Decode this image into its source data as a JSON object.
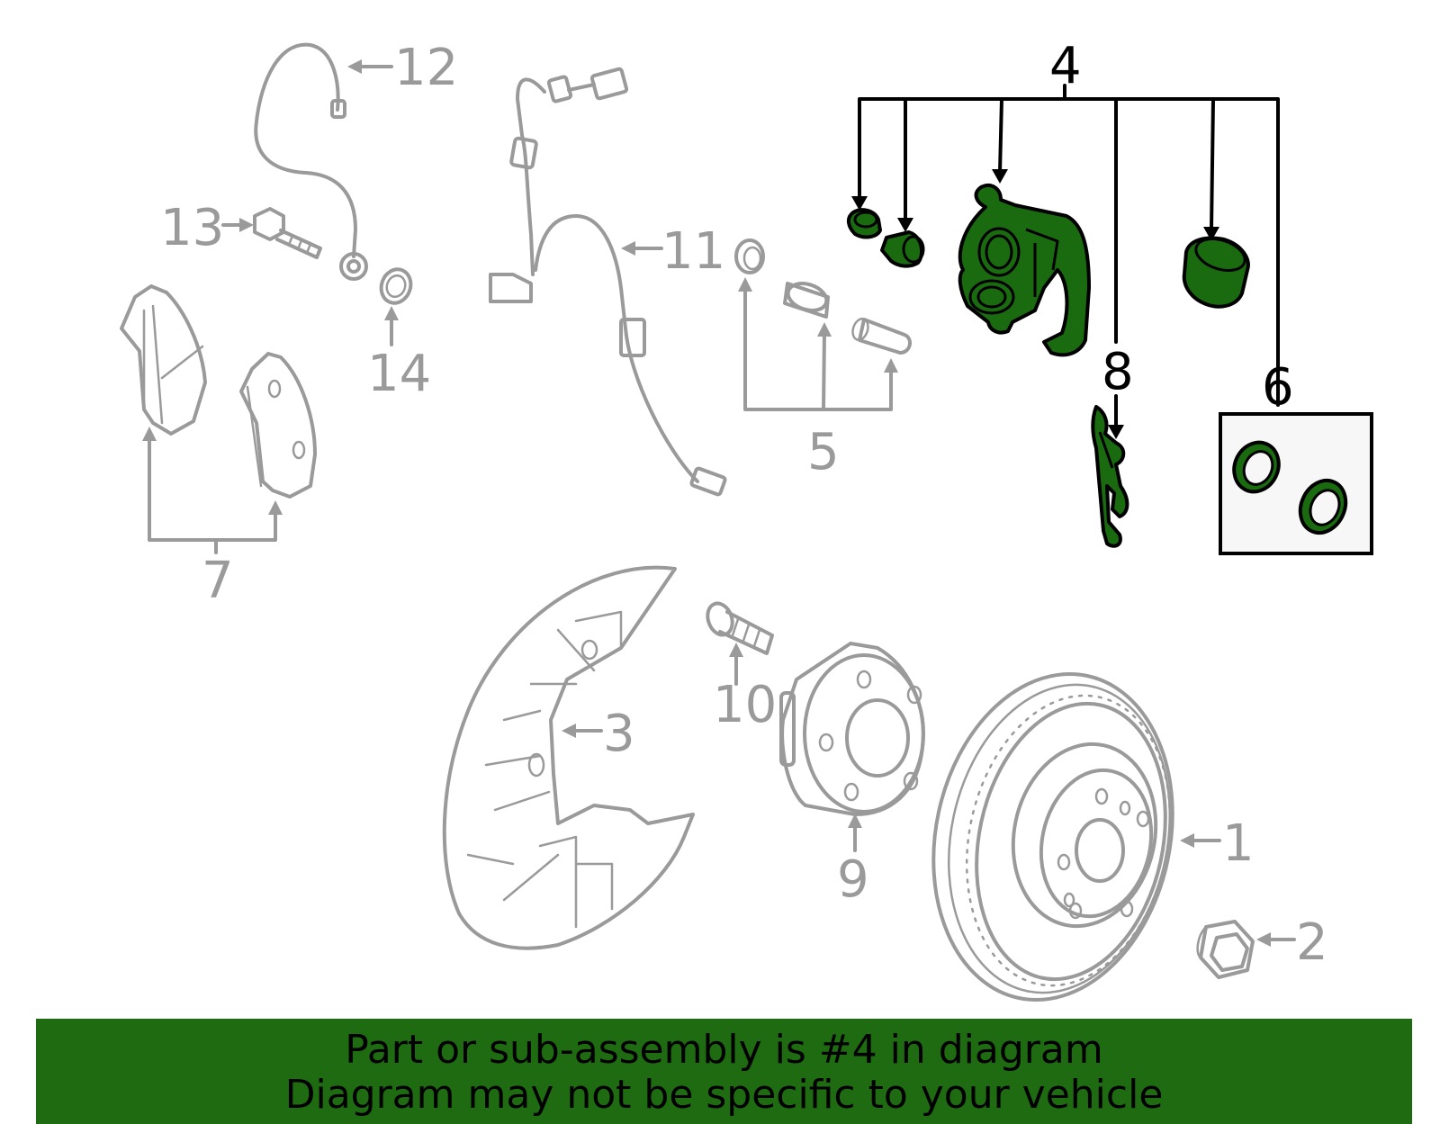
{
  "diagram": {
    "callouts": {
      "c1": "1",
      "c2": "2",
      "c3": "3",
      "c4": "4",
      "c5": "5",
      "c6": "6",
      "c7": "7",
      "c8": "8",
      "c9": "9",
      "c10": "10",
      "c11": "11",
      "c12": "12",
      "c13": "13",
      "c14": "14"
    },
    "highlight_color": "#1a6b10",
    "line_color": "#9a9a9a"
  },
  "banner": {
    "line1": "Part or sub-assembly is #4 in diagram",
    "line2": "Diagram may not be specific to your vehicle",
    "background": "#1e6b12"
  }
}
